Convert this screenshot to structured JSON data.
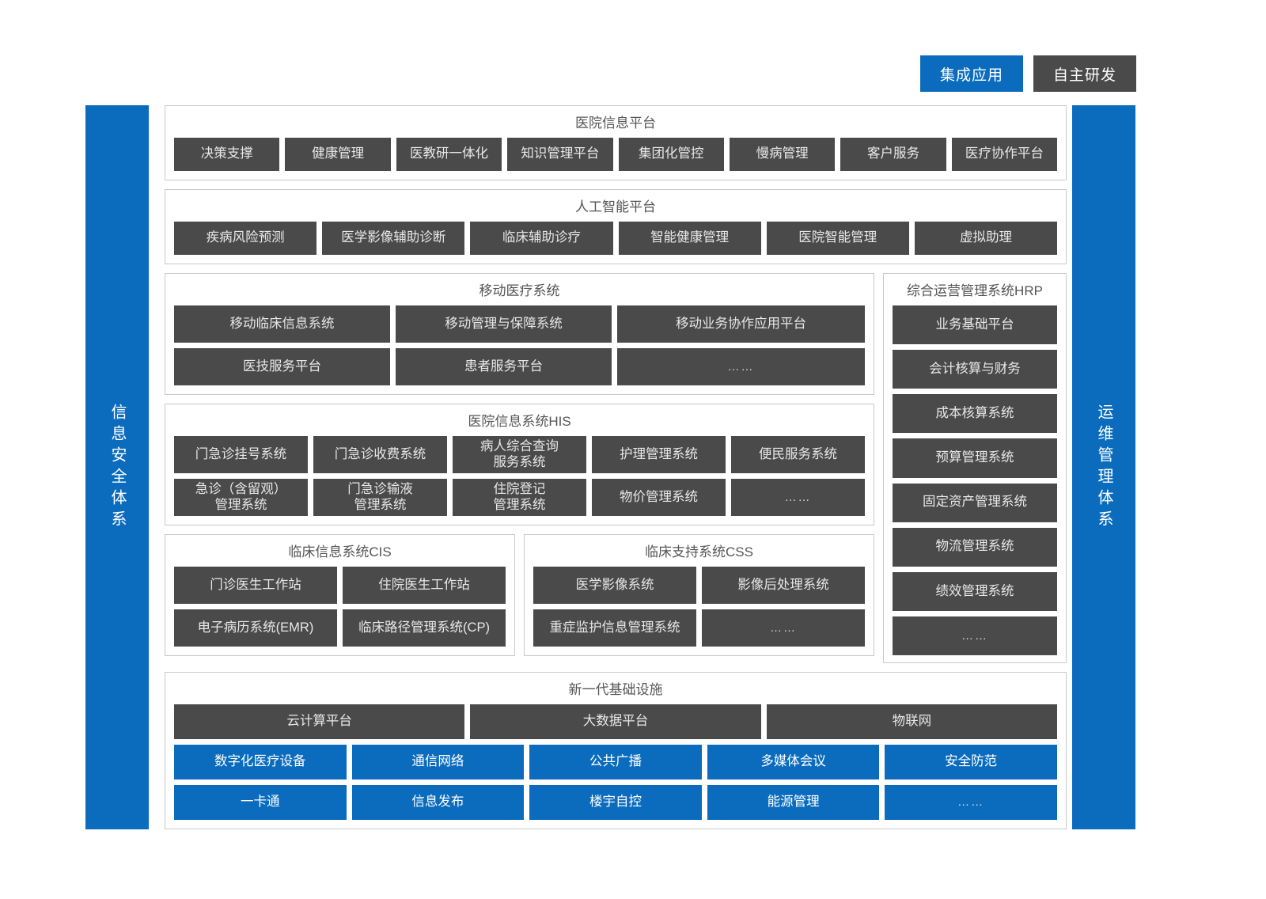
{
  "legend": [
    {
      "label": "集成应用",
      "color": "#0b6cbe"
    },
    {
      "label": "自主研发",
      "color": "#4a4a4a"
    }
  ],
  "sidebars": {
    "left": "信息安全体系",
    "right": "运维管理体系"
  },
  "sections": {
    "hospital_info_platform": {
      "title": "医院信息平台",
      "items": [
        "决策支撑",
        "健康管理",
        "医教研一体化",
        "知识管理平台",
        "集团化管控",
        "慢病管理",
        "客户服务",
        "医疗协作平台"
      ]
    },
    "ai_platform": {
      "title": "人工智能平台",
      "items": [
        "疾病风险预测",
        "医学影像辅助诊断",
        "临床辅助诊疗",
        "智能健康管理",
        "医院智能管理",
        "虚拟助理"
      ]
    },
    "mobile_medical": {
      "title": "移动医疗系统",
      "row1": [
        "移动临床信息系统",
        "移动管理与保障系统",
        "移动业务协作应用平台"
      ],
      "row2": [
        "医技服务平台",
        "患者服务平台",
        "……"
      ]
    },
    "his": {
      "title": "医院信息系统HIS",
      "row1": [
        "门急诊挂号系统",
        "门急诊收费系统",
        "病人综合查询\n服务系统",
        "护理管理系统",
        "便民服务系统"
      ],
      "row2": [
        "急诊（含留观）\n管理系统",
        "门急诊输液\n管理系统",
        "住院登记\n管理系统",
        "物价管理系统",
        "……"
      ]
    },
    "cis": {
      "title": "临床信息系统CIS",
      "row1": [
        "门诊医生工作站",
        "住院医生工作站"
      ],
      "row2": [
        "电子病历系统(EMR)",
        "临床路径管理系统(CP)"
      ]
    },
    "css": {
      "title": "临床支持系统CSS",
      "row1": [
        "医学影像系统",
        "影像后处理系统"
      ],
      "row2": [
        "重症监护信息管理系统",
        "……"
      ]
    },
    "hrp": {
      "title": "综合运营管理系统HRP",
      "items": [
        "业务基础平台",
        "会计核算与财务",
        "成本核算系统",
        "预算管理系统",
        "固定资产管理系统",
        "物流管理系统",
        "绩效管理系统",
        "……"
      ]
    },
    "infrastructure": {
      "title": "新一代基础设施",
      "row1": [
        "云计算平台",
        "大数据平台",
        "物联网"
      ],
      "row2": [
        "数字化医疗设备",
        "通信网络",
        "公共广播",
        "多媒体会议",
        "安全防范"
      ],
      "row3": [
        "一卡通",
        "信息发布",
        "楼宇自控",
        "能源管理",
        "……"
      ]
    }
  }
}
